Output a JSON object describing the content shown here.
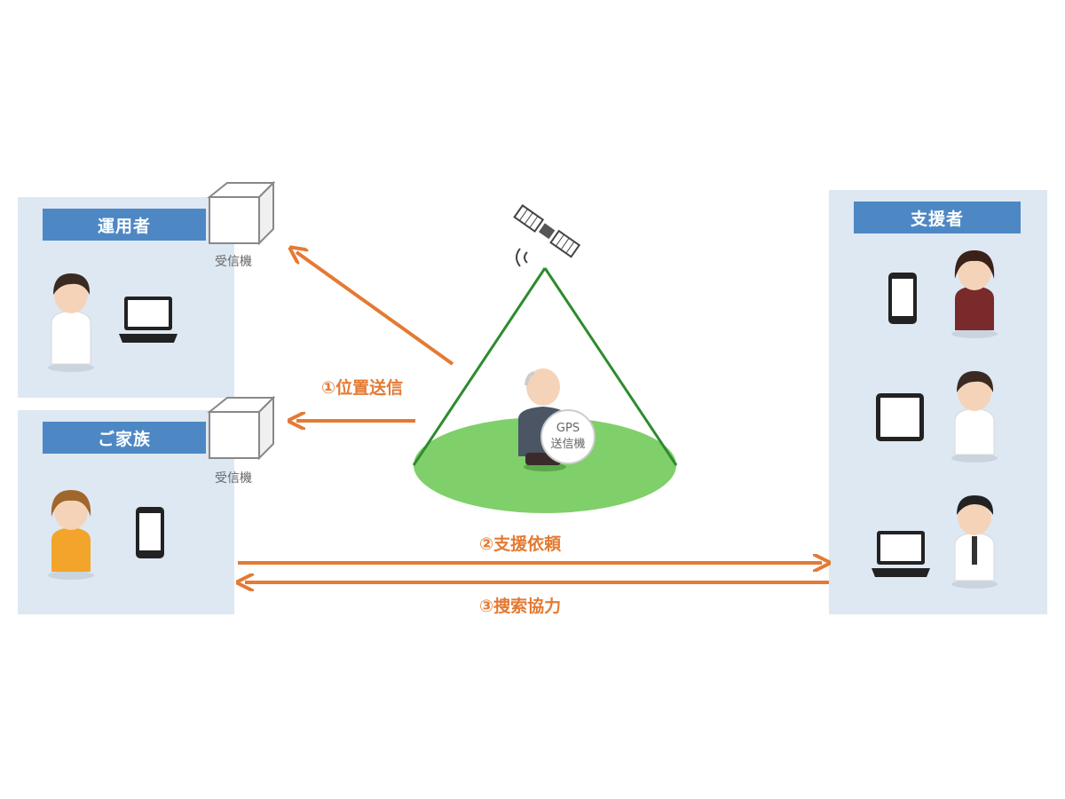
{
  "operator": {
    "title": "運用者",
    "receiver_label": "受信機"
  },
  "family": {
    "title": "ご家族",
    "receiver_label": "受信機"
  },
  "supporters": {
    "title": "支援者"
  },
  "center": {
    "gps_line1": "GPS",
    "gps_line2": "送信機"
  },
  "flows": {
    "step1": "①位置送信",
    "step2": "②支援依頼",
    "step3": "③捜索協力"
  },
  "colors": {
    "panel": "#dde8f3",
    "title_bar": "#4e88c4",
    "arrow": "#e47a33",
    "cone": "#2e8b2e",
    "ground": "#7fcf6a"
  }
}
